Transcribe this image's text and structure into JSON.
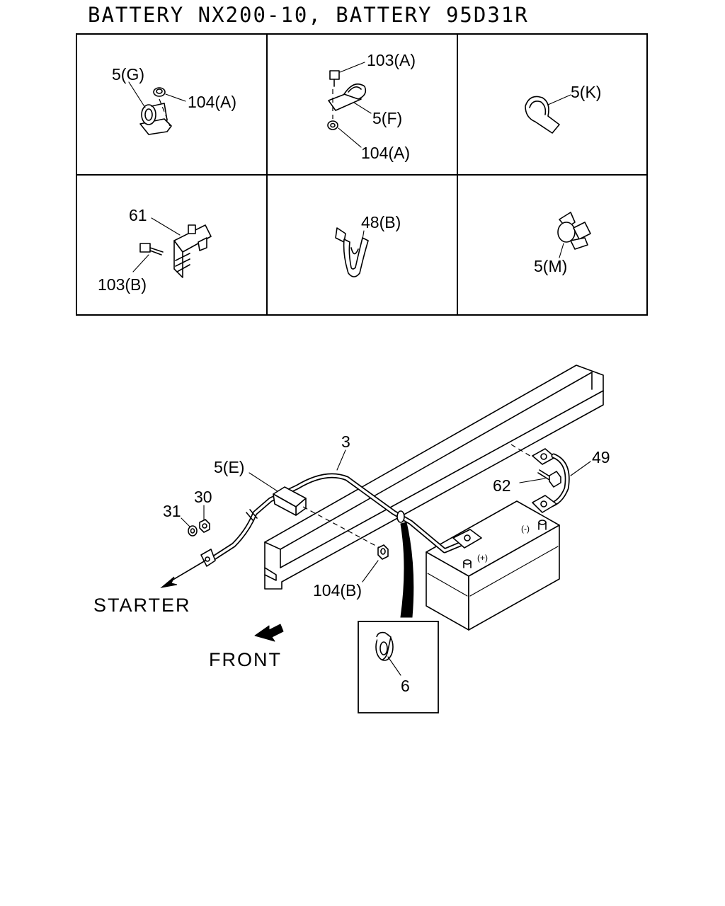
{
  "title": "BATTERY NX200-10, BATTERY 95D31R",
  "parts_table": [
    {
      "cell": "r1c1",
      "labels": [
        "5(G)",
        "104(A)"
      ]
    },
    {
      "cell": "r1c2",
      "labels": [
        "103(A)",
        "5(F)",
        "104(A)"
      ]
    },
    {
      "cell": "r1c3",
      "labels": [
        "5(K)"
      ]
    },
    {
      "cell": "r2c1",
      "labels": [
        "61",
        "103(B)"
      ]
    },
    {
      "cell": "r2c2",
      "labels": [
        "48(B)"
      ]
    },
    {
      "cell": "r2c3",
      "labels": [
        "5(M)"
      ]
    }
  ],
  "main_labels": {
    "cable": "3",
    "clip_e": "5(E)",
    "nut_30": "30",
    "washer_31": "31",
    "neg_cable": "49",
    "bolt_62": "62",
    "nut_104b": "104(B)",
    "minus": "(-)",
    "plus": "(+)",
    "starter": "STARTER",
    "front": "FRONT",
    "detail_clip": "6"
  }
}
